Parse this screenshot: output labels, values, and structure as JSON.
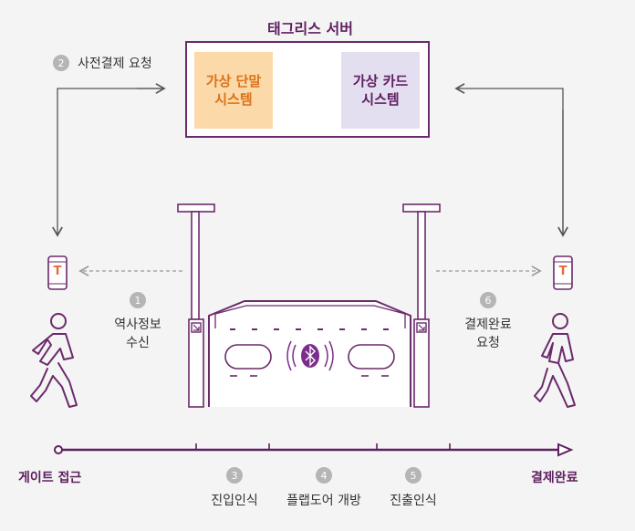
{
  "server": {
    "title": "태그리스 서버",
    "left_system": "가상 단말\n시스템",
    "right_system": "가상 카드\n시스템"
  },
  "steps": [
    {
      "num": "1",
      "label": "역사정보\n수신"
    },
    {
      "num": "2",
      "label": "사전결제 요청"
    },
    {
      "num": "3",
      "label": "진입인식"
    },
    {
      "num": "4",
      "label": "플랩도어 개방"
    },
    {
      "num": "5",
      "label": "진출인식"
    },
    {
      "num": "6",
      "label": "결제완료\n요청"
    }
  ],
  "timeline": {
    "start_label": "게이트 접근",
    "end_label": "결제완료"
  },
  "phone": {
    "logo": "T"
  },
  "colors": {
    "accent": "#6b2a6c",
    "dark_purple": "#5e1f5f",
    "orange_fill": "#fcd9a8",
    "orange_text": "#d9731a",
    "lavender_fill": "#e3def0",
    "bluetooth": "#7b2d8b"
  }
}
